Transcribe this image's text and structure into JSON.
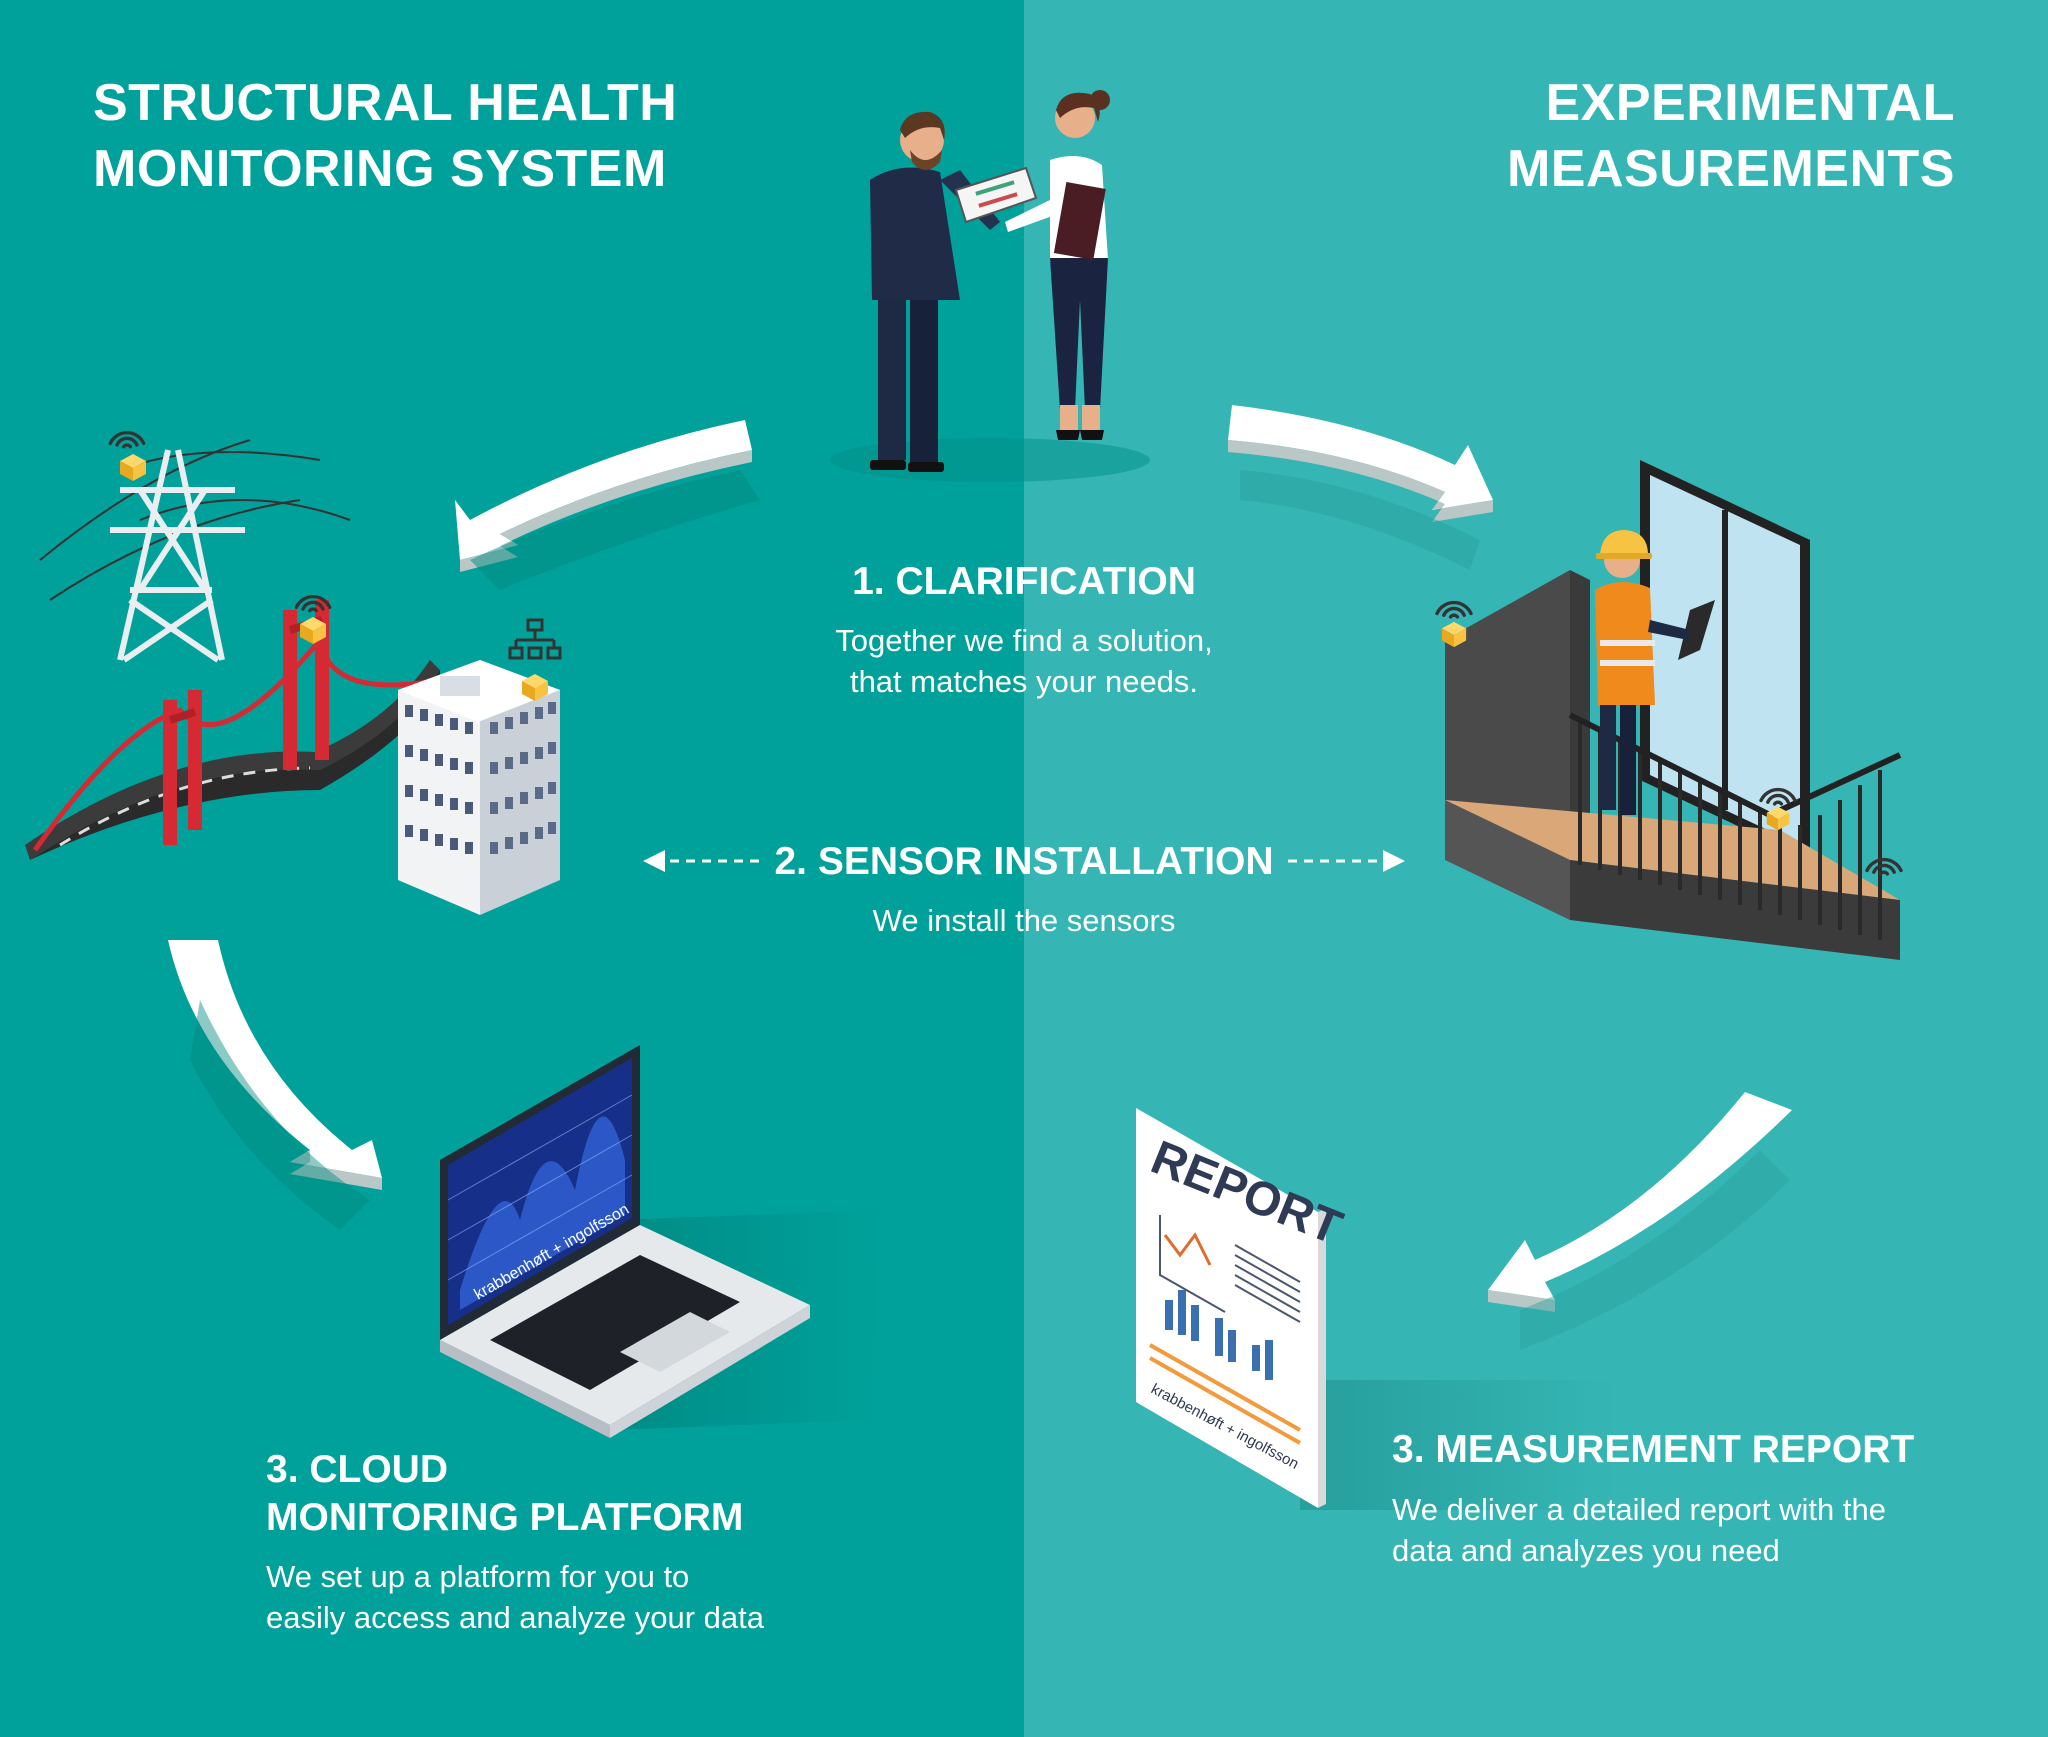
{
  "colors": {
    "left_bg": "#00a19a",
    "right_bg": "#35b6b4",
    "accent_yellow": "#f6c342",
    "bridge_red": "#d52a33",
    "arrow": "#ffffff"
  },
  "systems": {
    "left_title_line1": "STRUCTURAL HEALTH",
    "left_title_line2": "MONITORING SYSTEM",
    "right_title_line1": "EXPERIMENTAL",
    "right_title_line2": "MEASUREMENTS"
  },
  "steps": {
    "clarification": {
      "title": "1. CLARIFICATION",
      "desc_line1": "Together we find a solution,",
      "desc_line2": "that matches your needs."
    },
    "sensor_installation": {
      "title": "2. SENSOR INSTALLATION",
      "desc": "We install the sensors"
    },
    "cloud_platform": {
      "title_line1": "3. CLOUD",
      "title_line2": "MONITORING PLATFORM",
      "desc_line1": "We set up a platform for you to",
      "desc_line2": "easily access and analyze your data"
    },
    "measurement_report": {
      "title": "3. MEASUREMENT REPORT",
      "desc_line1": "We deliver a detailed report with the",
      "desc_line2": "data and analyzes you need"
    }
  },
  "illustration_text": {
    "report_heading": "REPORT",
    "brand": "krabbenhøft + ingolfsson"
  },
  "icons": [
    "handshake-people",
    "wifi-icon",
    "sensor-cube-icon",
    "power-pylon",
    "suspension-bridge",
    "office-building",
    "network-icon",
    "laptop-chart",
    "balcony-engineer",
    "report-document",
    "curved-arrow"
  ]
}
